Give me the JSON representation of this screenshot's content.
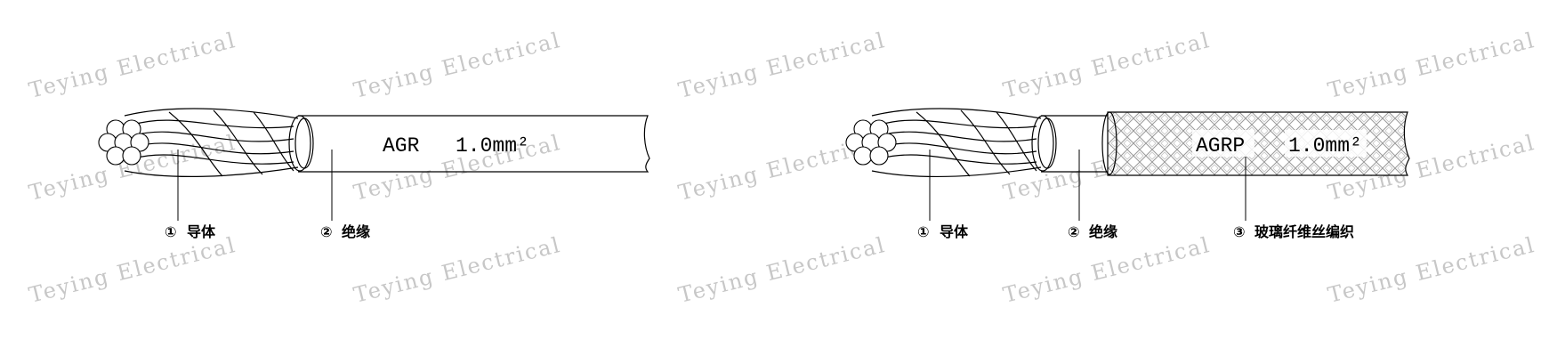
{
  "watermark": {
    "text": "Teying Electrical",
    "color": "#c7c7c7"
  },
  "cables": [
    {
      "label": "AGR",
      "size": "1.0mm²",
      "callouts": [
        {
          "number": "①",
          "text": "导体"
        },
        {
          "number": "②",
          "text": "绝缘"
        }
      ]
    },
    {
      "label": "AGRP",
      "size": "1.0mm²",
      "callouts": [
        {
          "number": "①",
          "text": "导体"
        },
        {
          "number": "②",
          "text": "绝缘"
        },
        {
          "number": "③",
          "text": "玻璃纤维丝编织"
        }
      ]
    }
  ]
}
